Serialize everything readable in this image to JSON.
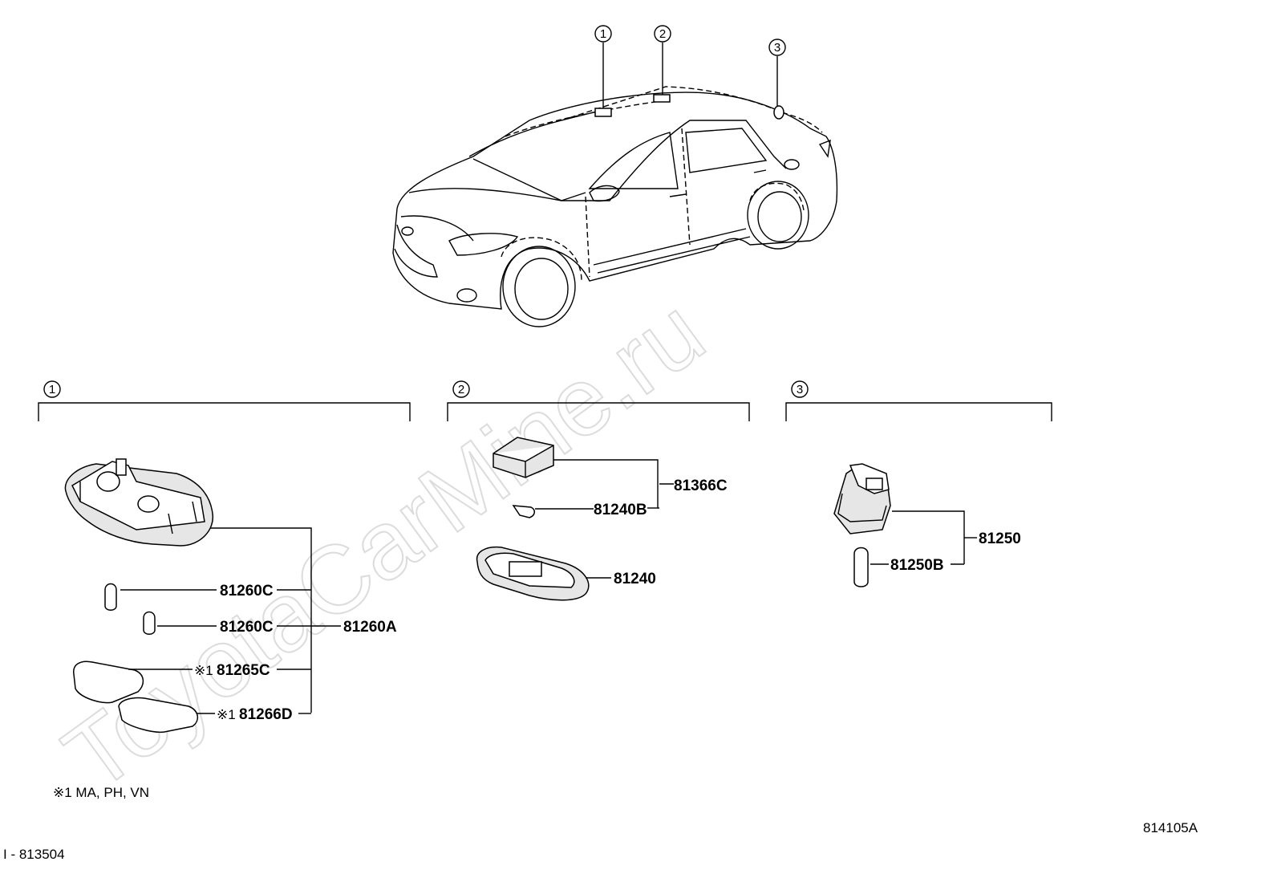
{
  "watermark": "ToyotaCarMine.ru",
  "locations": [
    "1",
    "2",
    "3"
  ],
  "groups": [
    {
      "label": "1",
      "parts": {
        "p81260A": "81260A",
        "p81260C_1": "81260C",
        "p81260C_2": "81260C",
        "p81265C": "81265C",
        "p81266D": "81266D"
      },
      "note_marker": "※1"
    },
    {
      "label": "2",
      "parts": {
        "p81366C": "81366C",
        "p81240B": "81240B",
        "p81240": "81240"
      }
    },
    {
      "label": "3",
      "parts": {
        "p81250": "81250",
        "p81250B": "81250B"
      }
    }
  ],
  "footnote": "※1  MA, PH, VN",
  "illustration_code": "814105A",
  "figure_code": "I - 813504"
}
